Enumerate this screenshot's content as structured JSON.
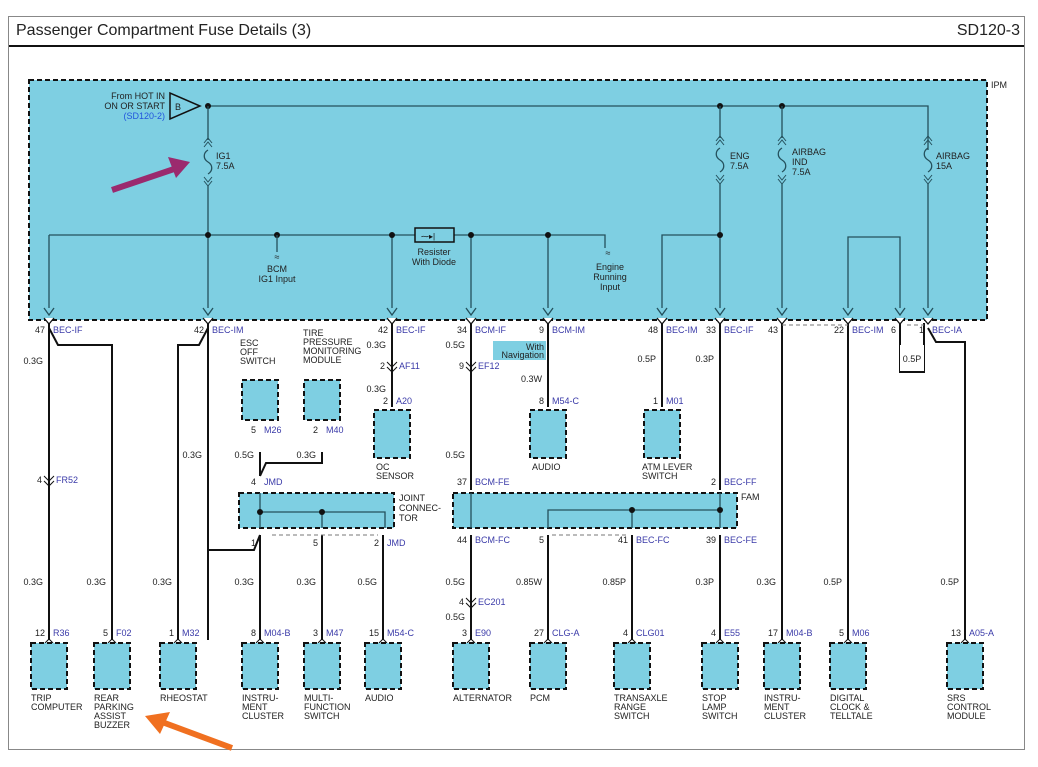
{
  "header": {
    "title": "Passenger Compartment Fuse Details (3)",
    "page_id": "SD120-3"
  },
  "ipm": {
    "label": "IPM",
    "source": {
      "line1": "From HOT IN",
      "line2": "ON OR START",
      "ref": "(SD120-2)",
      "terminal": "B"
    },
    "fuses": [
      {
        "name": "IG1",
        "rating": "7.5A"
      },
      {
        "name": "ENG",
        "rating": "7.5A"
      },
      {
        "name": "AIRBAG",
        "name2": "IND",
        "rating": "7.5A"
      },
      {
        "name": "AIRBAG",
        "rating": "15A"
      }
    ],
    "internal": {
      "bcm_input": [
        "BCM",
        "IG1 Input"
      ],
      "resistor": [
        "Resister",
        "With Diode"
      ],
      "engine_input": [
        "Engine",
        "Running",
        "Input"
      ]
    }
  },
  "ipm_pins": [
    {
      "pin": "47",
      "conn": "BEC-IF"
    },
    {
      "pin": "42",
      "conn": "BEC-IM"
    },
    {
      "pin": "42",
      "conn": "BEC-IF"
    },
    {
      "pin": "34",
      "conn": "BCM-IF"
    },
    {
      "pin": "9",
      "conn": "BCM-IM"
    },
    {
      "pin": "48",
      "conn": "BEC-IM"
    },
    {
      "pin": "33",
      "conn": "BEC-IF"
    },
    {
      "pin": "43",
      "conn": ""
    },
    {
      "pin": "22",
      "conn": "BEC-IM"
    },
    {
      "pin": "6",
      "conn": ""
    },
    {
      "pin": "1",
      "conn": "BEC-IA"
    }
  ],
  "wire_labels": {
    "w47a": "0.3G",
    "w47b": "0.3G",
    "w47c": "0.3G",
    "w42a": "0.3G",
    "w42b": "0.3G",
    "esc": "0.5G",
    "tpms": "0.3G",
    "oc1": "0.3G",
    "oc2": "0.3G",
    "bcmif1": "0.5G",
    "bcmif2": "0.5G",
    "audio": "0.3W",
    "atm": "0.5P",
    "bec33": "0.3P",
    "loop": "0.5P",
    "jmd1": "0.3G",
    "jmd5": "0.3G",
    "jmd2": "0.5G",
    "fam44a": "0.5G",
    "fam44b": "0.5G",
    "fam5": "0.85W",
    "fam41": "0.85P",
    "fam39": "0.3P",
    "pin43": "0.3G",
    "pin22": "0.5P",
    "pin1": "0.5P"
  },
  "inline_connectors": [
    {
      "pin": "4",
      "conn": "FR52"
    },
    {
      "pin": "2",
      "conn": "AF11"
    },
    {
      "pin": "9",
      "conn": "EF12"
    },
    {
      "pin": "4",
      "conn": "EC201"
    }
  ],
  "note_with_navigation": [
    "With",
    "Navigation"
  ],
  "upper_components": [
    {
      "name": [
        "ESC",
        "OFF",
        "SWITCH"
      ],
      "pin": "5",
      "conn": "M26"
    },
    {
      "name": [
        "TIRE",
        "PRESSURE",
        "MONITORING",
        "MODULE"
      ],
      "pin": "2",
      "conn": "M40"
    },
    {
      "name": [
        "OC",
        "SENSOR"
      ],
      "pin": "2",
      "conn": "A20"
    },
    {
      "name": [
        "AUDIO"
      ],
      "pin": "8",
      "conn": "M54-C"
    },
    {
      "name": [
        "ATM LEVER",
        "SWITCH"
      ],
      "pin": "1",
      "conn": "M01"
    }
  ],
  "joint_connector": {
    "label": [
      "JOINT",
      "CONNEC-",
      "TOR"
    ],
    "in": {
      "pin": "4",
      "conn": "JMD"
    },
    "outs": [
      {
        "pin": "1"
      },
      {
        "pin": "5"
      },
      {
        "pin": "2",
        "conn": "JMD"
      }
    ]
  },
  "fam": {
    "label": "FAM",
    "in1": {
      "pin": "37",
      "conn": "BCM-FE"
    },
    "in2": {
      "pin": "2",
      "conn": "BEC-FF"
    },
    "outs": [
      {
        "pin": "44",
        "conn": "BCM-FC"
      },
      {
        "pin": "5",
        "conn": ""
      },
      {
        "pin": "41",
        "conn": "BEC-FC"
      },
      {
        "pin": "39",
        "conn": "BEC-FE"
      }
    ]
  },
  "bottom_components": [
    {
      "pin": "12",
      "conn": "R36",
      "name": [
        "TRIP",
        "COMPUTER"
      ]
    },
    {
      "pin": "5",
      "conn": "F02",
      "name": [
        "REAR",
        "PARKING",
        "ASSIST",
        "BUZZER"
      ]
    },
    {
      "pin": "1",
      "conn": "M32",
      "name": [
        "RHEOSTAT"
      ]
    },
    {
      "pin": "8",
      "conn": "M04-B",
      "name": [
        "INSTRU-",
        "MENT",
        "CLUSTER"
      ]
    },
    {
      "pin": "3",
      "conn": "M47",
      "name": [
        "MULTI-",
        "FUNCTION",
        "SWITCH"
      ]
    },
    {
      "pin": "15",
      "conn": "M54-C",
      "name": [
        "AUDIO"
      ]
    },
    {
      "pin": "3",
      "conn": "E90",
      "name": [
        "ALTERNATOR"
      ]
    },
    {
      "pin": "27",
      "conn": "CLG-A",
      "name": [
        "PCM"
      ]
    },
    {
      "pin": "4",
      "conn": "CLG01",
      "name": [
        "TRANSAXLE",
        "RANGE",
        "SWITCH"
      ]
    },
    {
      "pin": "4",
      "conn": "E55",
      "name": [
        "STOP",
        "LAMP",
        "SWITCH"
      ]
    },
    {
      "pin": "17",
      "conn": "M04-B",
      "name": [
        "INSTRU-",
        "MENT",
        "CLUSTER"
      ]
    },
    {
      "pin": "5",
      "conn": "M06",
      "name": [
        "DIGITAL",
        "CLOCK &",
        "TELLTALE"
      ]
    },
    {
      "pin": "13",
      "conn": "A05-A",
      "name": [
        "SRS",
        "CONTROL",
        "MODULE"
      ]
    }
  ],
  "colors": {
    "module_fill": "#7ecfe2",
    "connector_text": "#3a3aa8",
    "annotation_purple": "#9b2a6e",
    "annotation_orange": "#f07020"
  }
}
